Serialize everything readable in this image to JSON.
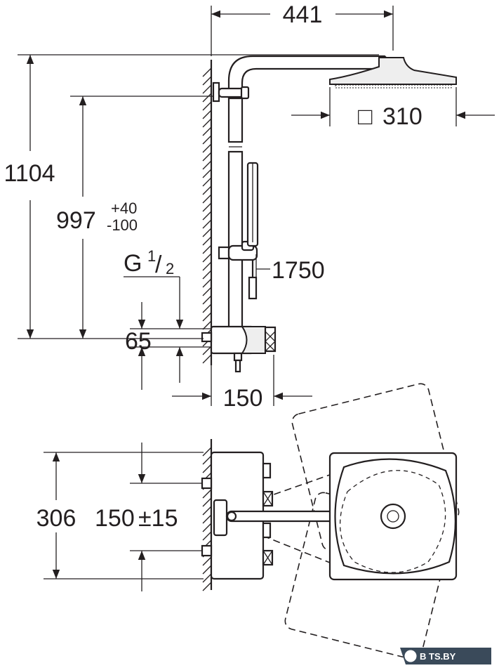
{
  "dimensions": {
    "arm_projection": "441",
    "head_size_symbol": "□",
    "head_size": "310",
    "total_height": "1104",
    "rail_height": "997",
    "rail_tol_plus": "+40",
    "rail_tol_minus": "-100",
    "hose_length": "1750",
    "thread_g": "G",
    "thread_num": "1",
    "thread_den": "2",
    "inlet_offset": "65",
    "thermostat_depth": "150",
    "inlet_spacing": "306",
    "inlet_distance": "150",
    "inlet_distance_tol": "±15"
  },
  "watermark": {
    "text": "B TS.BY"
  }
}
